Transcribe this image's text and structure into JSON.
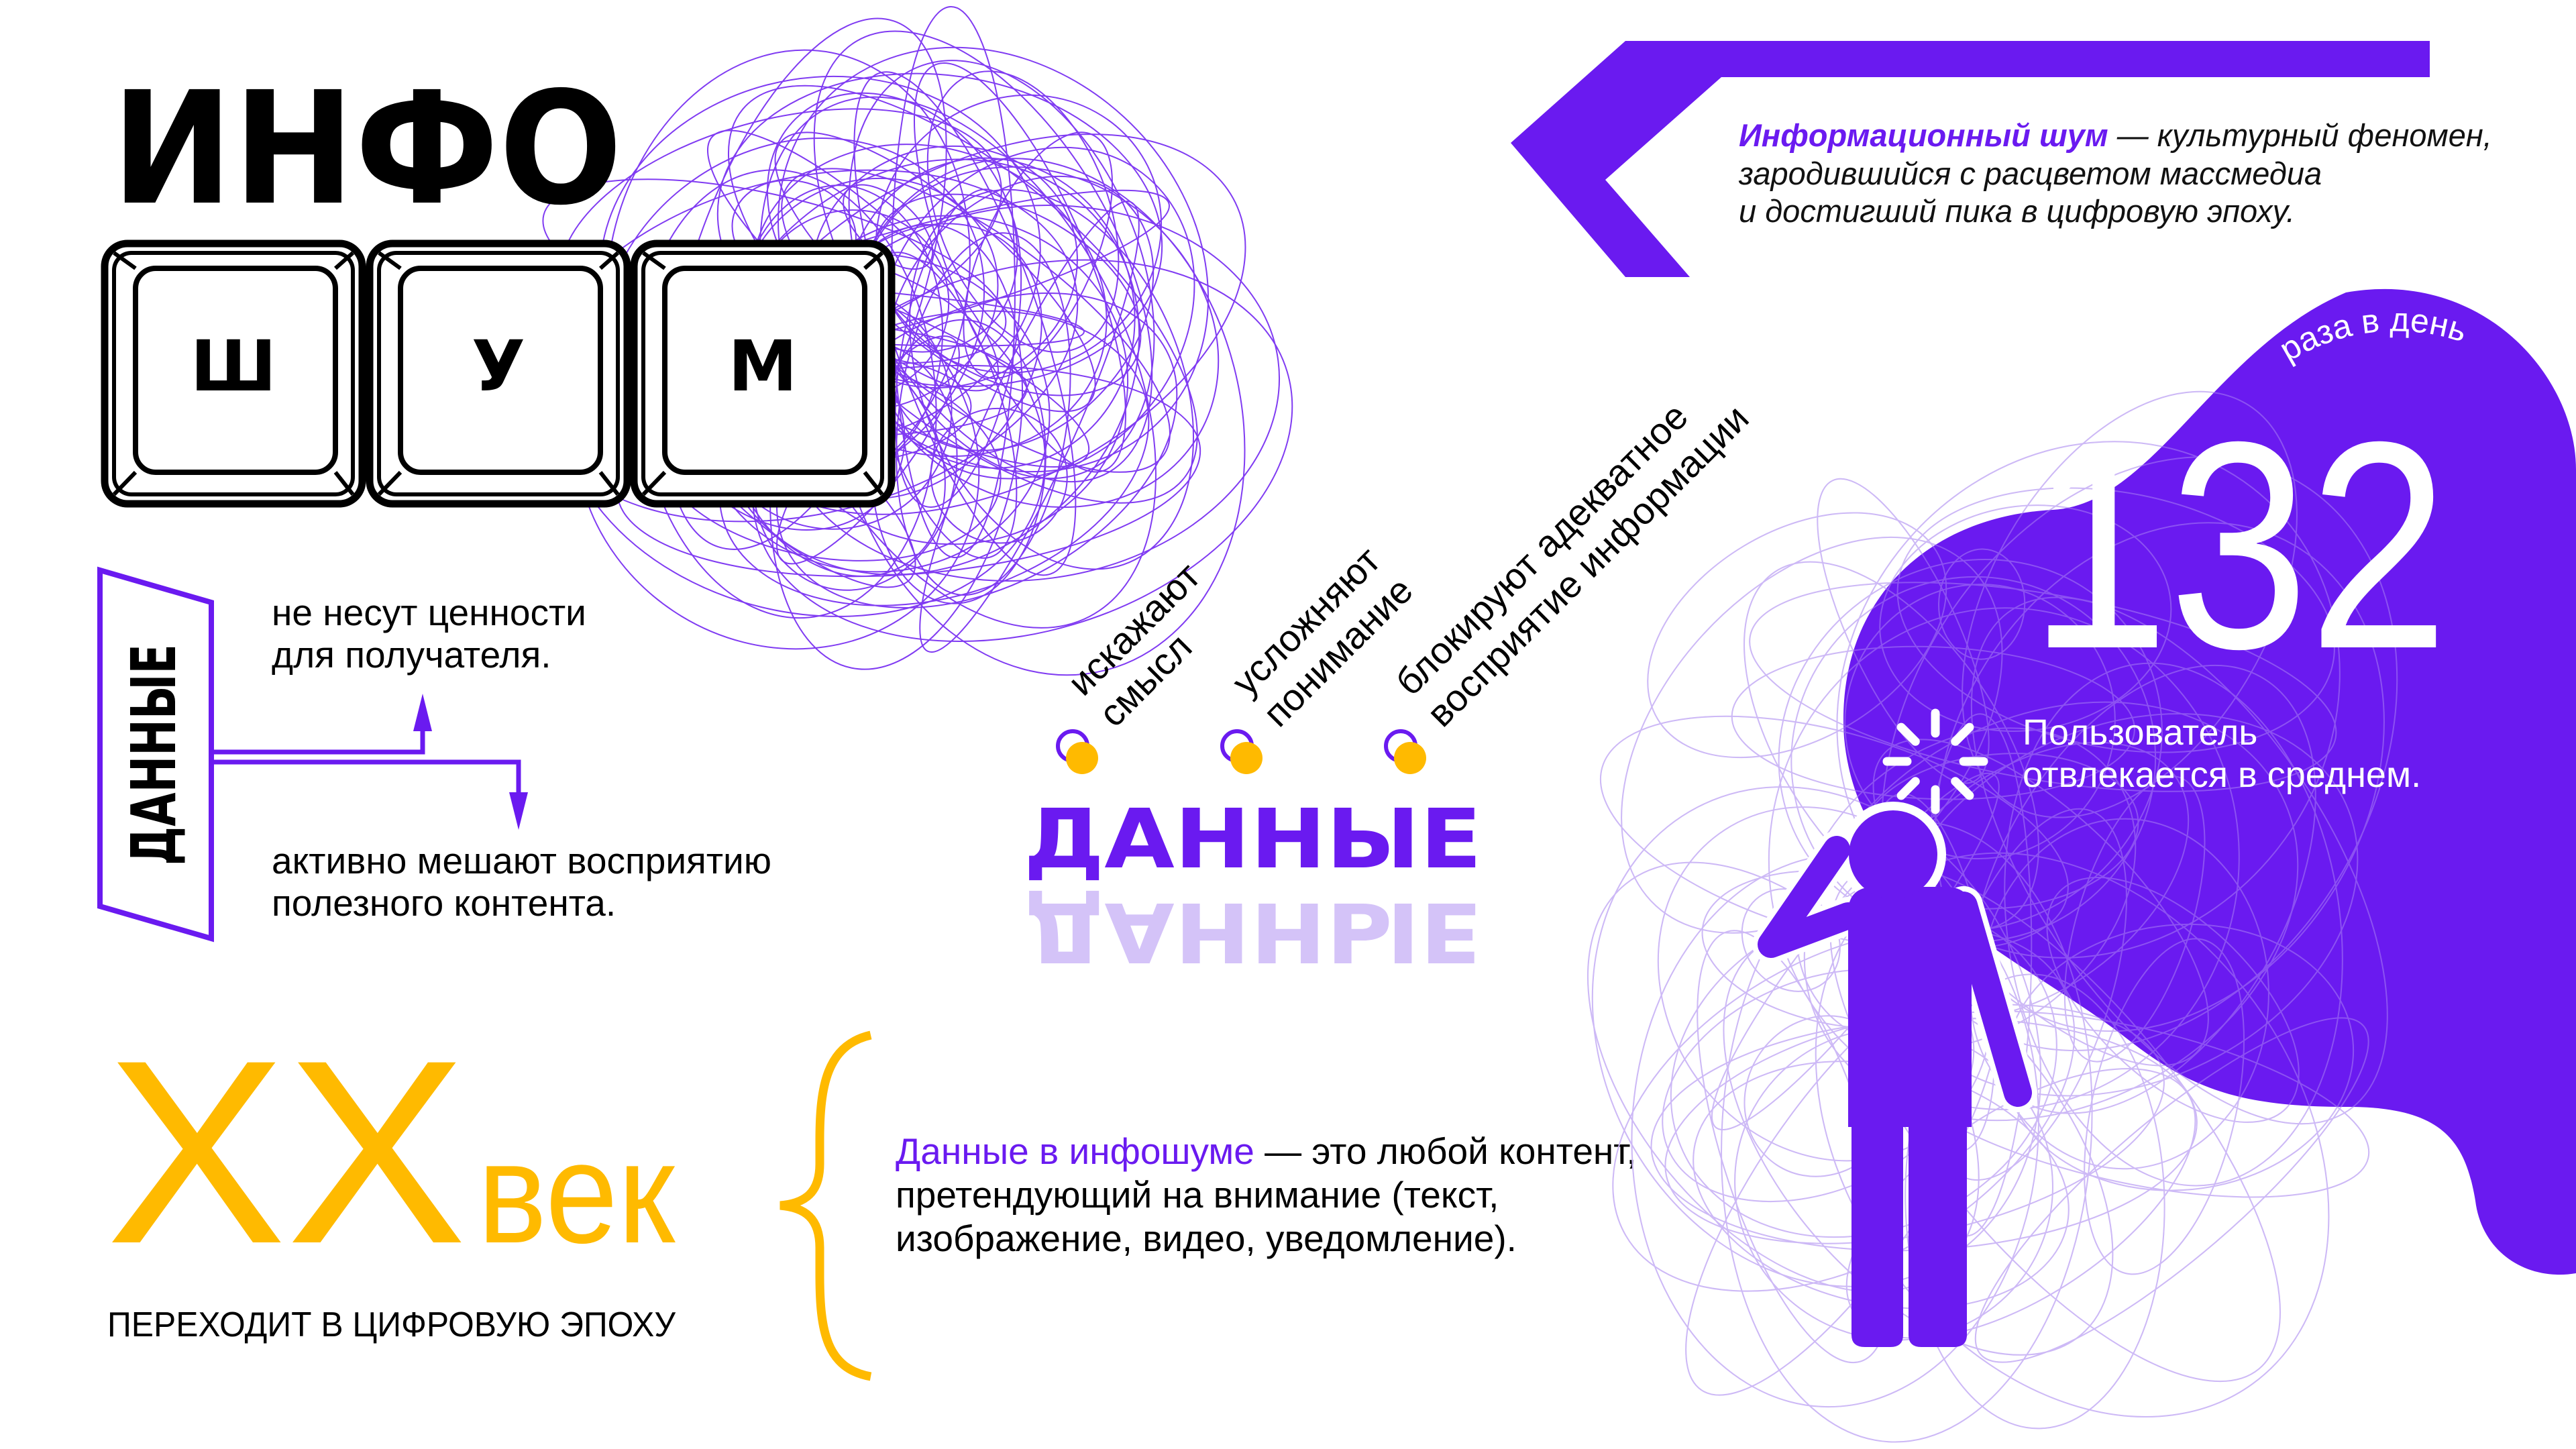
{
  "colors": {
    "accent": "#6a1af0",
    "accent_light": "#d4c3f8",
    "yellow": "#ffba00",
    "text": "#000000",
    "white": "#ffffff"
  },
  "title": {
    "line1": "ИНФО",
    "keys": [
      "Ш",
      "У",
      "М"
    ]
  },
  "data_box": {
    "label": "ДАННЫЕ",
    "upper_text": [
      "не несут ценности",
      "для получателя."
    ],
    "lower_text": [
      "активно мешают восприятию",
      "полезного контента."
    ]
  },
  "century": {
    "numeral": "XX",
    "word": "век",
    "caption": "ПЕРЕХОДИТ В ЦИФРОВУЮ ЭПОХУ"
  },
  "definition": {
    "highlight": "Данные в инфошуме",
    "rest_line1": " — это любой контент,",
    "line2": "претендующий на внимание (текст,",
    "line3": "изображение, видео, уведомление)."
  },
  "effects": [
    {
      "lines": [
        "искажают",
        "смысл"
      ]
    },
    {
      "lines": [
        "усложняют",
        "понимание"
      ]
    },
    {
      "lines": [
        "блокируют адекватное",
        "восприятие информации"
      ]
    }
  ],
  "data_word": {
    "text": "ДАННЫЕ",
    "reflection": "ДАННЫЕ"
  },
  "intro": {
    "highlight": "Информационный шум",
    "rest_line1": " — культурный феномен,",
    "line2": "зародившийся с расцветом массмедиа",
    "line3": "и достигший пика в цифровую эпоху."
  },
  "stat": {
    "value": "132",
    "unit": "раза в день",
    "caption": [
      "Пользователь",
      "отвлекается в среднем."
    ],
    "icon": "loading-spinner-icon"
  },
  "figure": {
    "icon": "thinking-person-icon"
  }
}
